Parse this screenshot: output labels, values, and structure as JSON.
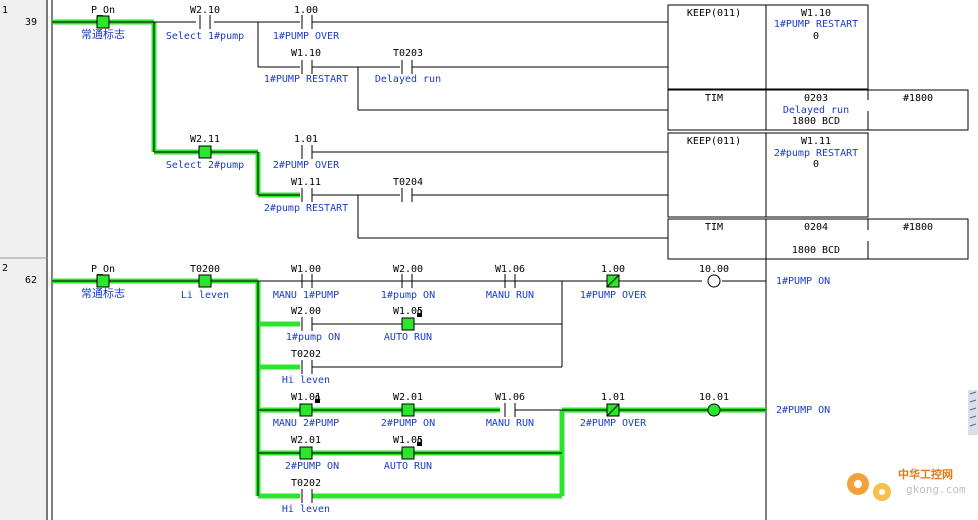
{
  "rungs": [
    {
      "rung_number": "1",
      "step_number": "39",
      "contacts": {
        "p_on": {
          "address": "P_On",
          "comment": "常通标志"
        },
        "w2_10": {
          "address": "W2.10",
          "comment": "Select 1#pump"
        },
        "c1_00": {
          "address": "1.00",
          "comment": "1#PUMP OVER"
        },
        "w1_10": {
          "address": "W1.10",
          "comment": "1#PUMP RESTART"
        },
        "t0203": {
          "address": "T0203",
          "comment": "Delayed run"
        },
        "w2_11": {
          "address": "W2.11",
          "comment": "Select 2#pump"
        },
        "c1_01": {
          "address": "1.01",
          "comment": "2#PUMP OVER"
        },
        "w1_11": {
          "address": "W1.11",
          "comment": "2#pump RESTART"
        },
        "t0204": {
          "address": "T0204",
          "comment": ""
        }
      },
      "keep1": {
        "instruction": "KEEP(011)",
        "operand": "W1.10",
        "comment": "1#PUMP RESTART",
        "value": "0"
      },
      "tim1": {
        "instruction": "TIM",
        "timer": "0203",
        "comment": "Delayed run",
        "setting": "#1800",
        "value": "1800 BCD"
      },
      "keep2": {
        "instruction": "KEEP(011)",
        "operand": "W1.11",
        "comment": "2#pump RESTART",
        "value": "0"
      },
      "tim2": {
        "instruction": "TIM",
        "timer": "0204",
        "comment": "",
        "setting": "#1800",
        "value": "1800 BCD"
      }
    },
    {
      "rung_number": "2",
      "step_number": "62",
      "contacts": {
        "p_on": {
          "address": "P_On",
          "comment": "常通标志"
        },
        "t0200": {
          "address": "T0200",
          "comment": "Li leven"
        },
        "w1_00": {
          "address": "W1.00",
          "comment": "MANU 1#PUMP"
        },
        "w2_00a": {
          "address": "W2.00",
          "comment": "1#pump ON"
        },
        "w1_06a": {
          "address": "W1.06",
          "comment": "MANU RUN"
        },
        "c1_00n": {
          "address": "1.00",
          "comment": "1#PUMP OVER"
        },
        "w2_00b": {
          "address": "W2.00",
          "comment": "1#pump ON"
        },
        "w1_05a": {
          "address": "W1.05",
          "comment": "AUTO RUN"
        },
        "t0202a": {
          "address": "T0202",
          "comment": "Hi leven"
        },
        "w1_01": {
          "address": "W1.01",
          "comment": "MANU 2#PUMP"
        },
        "w2_01a": {
          "address": "W2.01",
          "comment": "2#PUMP ON"
        },
        "w1_06b": {
          "address": "W1.06",
          "comment": "MANU RUN"
        },
        "c1_01n": {
          "address": "1.01",
          "comment": "2#PUMP OVER"
        },
        "w2_01b": {
          "address": "W2.01",
          "comment": "2#PUMP ON"
        },
        "w1_05b": {
          "address": "W1.05",
          "comment": "AUTO RUN"
        },
        "t0202b": {
          "address": "T0202",
          "comment": "Hi leven"
        }
      },
      "coil1": {
        "address": "10.00",
        "comment": "1#PUMP ON"
      },
      "coil2": {
        "address": "10.01",
        "comment": "2#PUMP ON"
      }
    }
  ],
  "watermark": {
    "text_cn": "中华工控网",
    "text_url": "gkong.com"
  },
  "colors": {
    "energized": "#2ee52e",
    "comment": "#1a3cc8",
    "gutter": "#f0f0f0"
  },
  "icons": [
    "lock-icon",
    "scroll-grip-icon",
    "gear-logo-icon"
  ]
}
